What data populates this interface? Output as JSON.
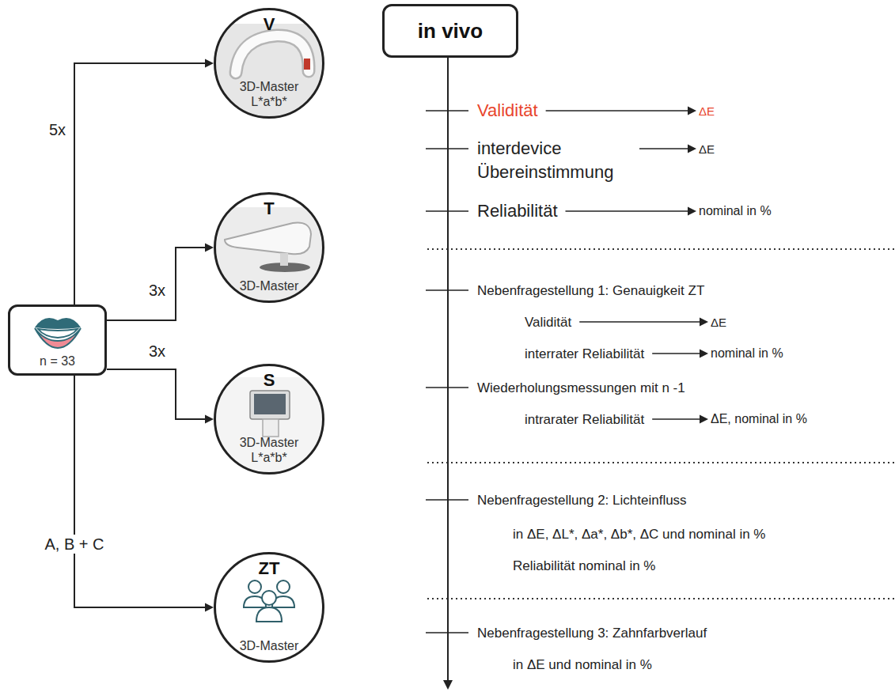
{
  "diagram": {
    "nodes": [
      {
        "text": [
          "n = 33"
        ]
      },
      {
        "text": [
          "V",
          "3D-Master L*a*b*"
        ]
      },
      {
        "text": [
          "T",
          "3D-Master"
        ]
      },
      {
        "text": [
          "S",
          "3D-Master L*a*b*"
        ]
      },
      {
        "text": [
          "ZT",
          "3D-Master"
        ]
      },
      {
        "text": [
          "in vivo"
        ]
      }
    ],
    "edges": [
      {
        "from": 0,
        "to": 1,
        "label": "5x",
        "arrow": "to"
      },
      {
        "from": 0,
        "to": 2,
        "label": "3x",
        "arrow": "to"
      },
      {
        "from": 0,
        "to": 3,
        "label": "3x",
        "arrow": "to"
      },
      {
        "from": 0,
        "to": 4,
        "label": "A, B + C",
        "arrow": "to"
      }
    ],
    "labels": [
      "Validität",
      "ΔE",
      "interdevice Übereinstimmung",
      "ΔE",
      "Reliabilität",
      "nominal in %",
      "Nebenfragestellung 1: Genauigkeit ZT",
      "Validität",
      "ΔE",
      "interrater Reliabilität",
      "nominal in %",
      "Wiederholungsmessungen mit n -1",
      "intrarater Reliabilität",
      "ΔE, nominal in %",
      "Nebenfragestellung 2: Lichteinfluss",
      "in ΔE, ΔL*, Δa*, Δb*, ΔC und nominal in %",
      "Reliabilität nominal in %",
      "Nebenfragestellung 3: Zahnfarbverlauf",
      "in ΔE und nominal in %"
    ]
  }
}
